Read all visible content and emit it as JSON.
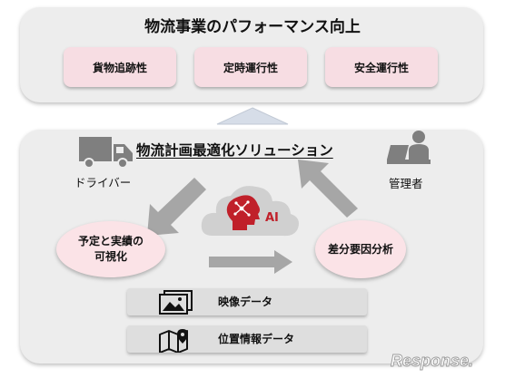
{
  "top": {
    "title": "物流事業のパフォーマンス向上",
    "metrics": [
      "貨物追跡性",
      "定時運行性",
      "安全運行性"
    ]
  },
  "solution": {
    "title": "物流計画最適化ソリューション",
    "driver_label": "ドライバー",
    "manager_label": "管理者",
    "ai_label": "AI",
    "plan_bubble": [
      "予定と実績の",
      "可視化"
    ],
    "analysis_bubble": "差分要因分析",
    "data_bars": [
      "映像データ",
      "位置情報データ"
    ]
  },
  "watermark": "Response.",
  "colors": {
    "panel": "#ededed",
    "metric_fill": "#f7dde3",
    "bubble_fill": "#fbe3e7",
    "arrow": "#a6a6a6",
    "icon": "#7f7f7f",
    "ai_red": "#c0202a"
  },
  "icons": [
    "truck-icon",
    "manager-at-laptop-icon",
    "cloud-ai-icon",
    "image-icon",
    "map-pin-icon"
  ]
}
